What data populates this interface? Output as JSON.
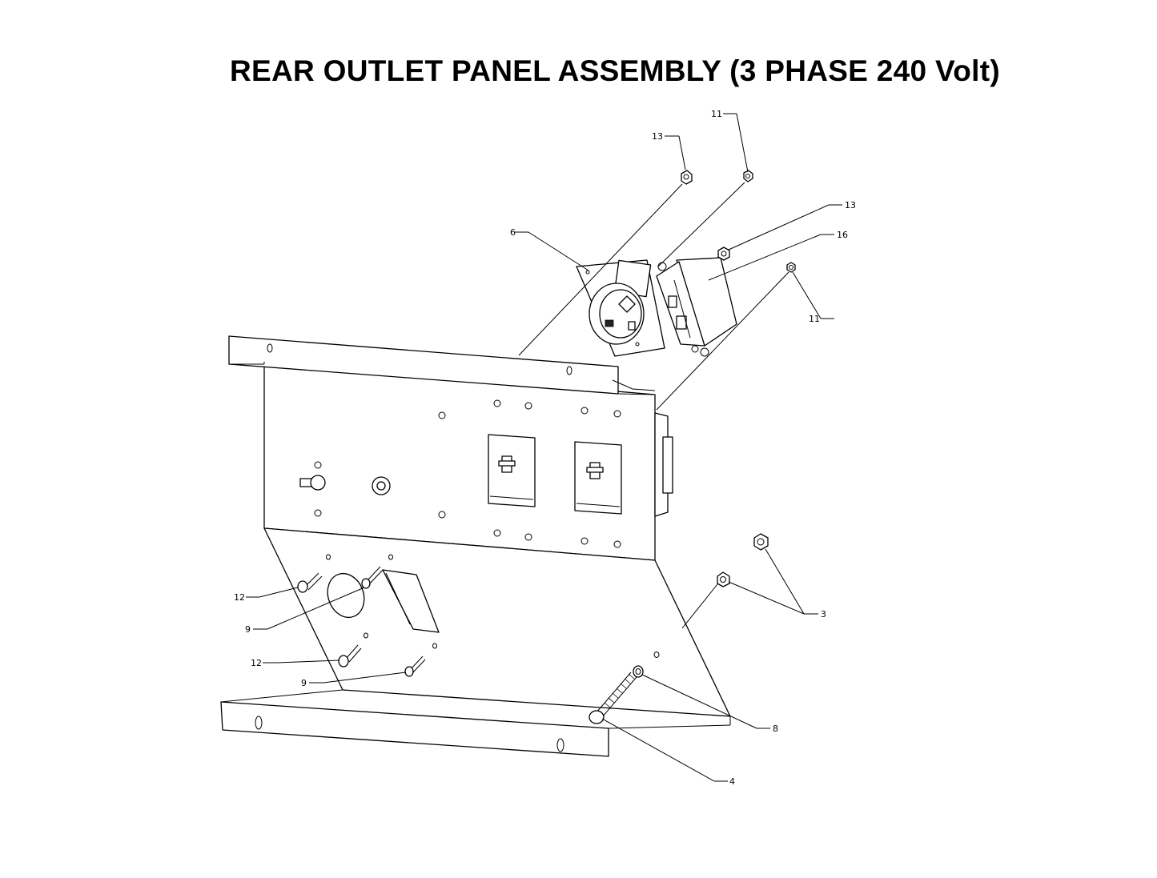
{
  "title": "REAR OUTLET PANEL ASSEMBLY (3 PHASE 240 Volt)",
  "callouts": {
    "c11_top": "11",
    "c13_top": "13",
    "c13_right": "13",
    "c6": "6",
    "c16": "16",
    "c11_right": "11",
    "c12_upper": "12",
    "c9_upper": "9",
    "c12_lower": "12",
    "c9_lower": "9",
    "c3": "3",
    "c8": "8",
    "c4": "4"
  },
  "icons": {
    "panel": "rear-outlet-panel-icon",
    "receptacle_round": "twist-lock-receptacle-icon",
    "receptacle_duplex": "duplex-receptacle-icon"
  }
}
